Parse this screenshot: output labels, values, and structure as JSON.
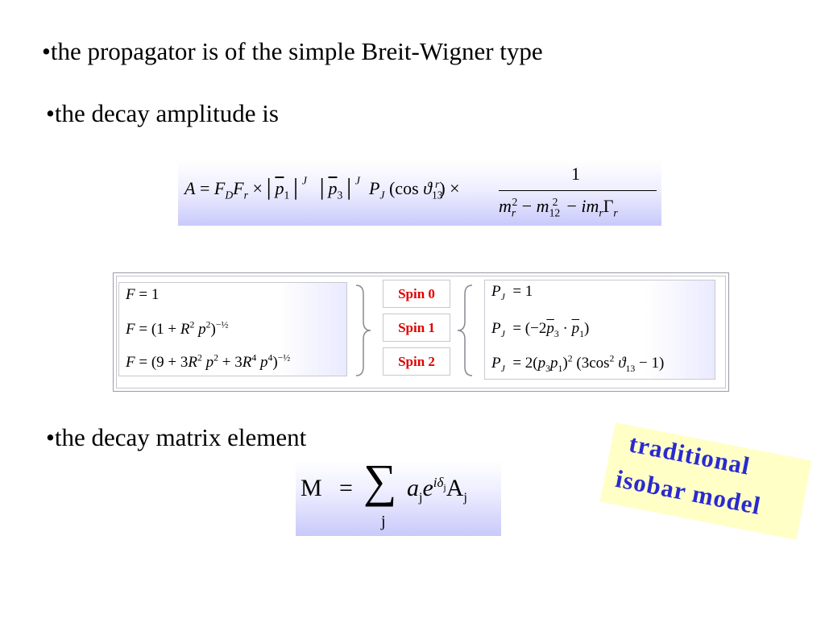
{
  "bullets": {
    "b1": "•the propagator is of the simple Breit-Wigner type",
    "b2": "•the decay amplitude is",
    "b3": "•the decay matrix element"
  },
  "spins": [
    "Spin 0",
    "Spin 1",
    "Spin 2"
  ],
  "stamp": {
    "line1": "traditional",
    "line2": "isobar model",
    "text_color": "#2a2ad0",
    "bg_color": "#ffffc6"
  },
  "colors": {
    "spin_label": "#e00000",
    "formula_box_tint": "#c9c9fb"
  }
}
